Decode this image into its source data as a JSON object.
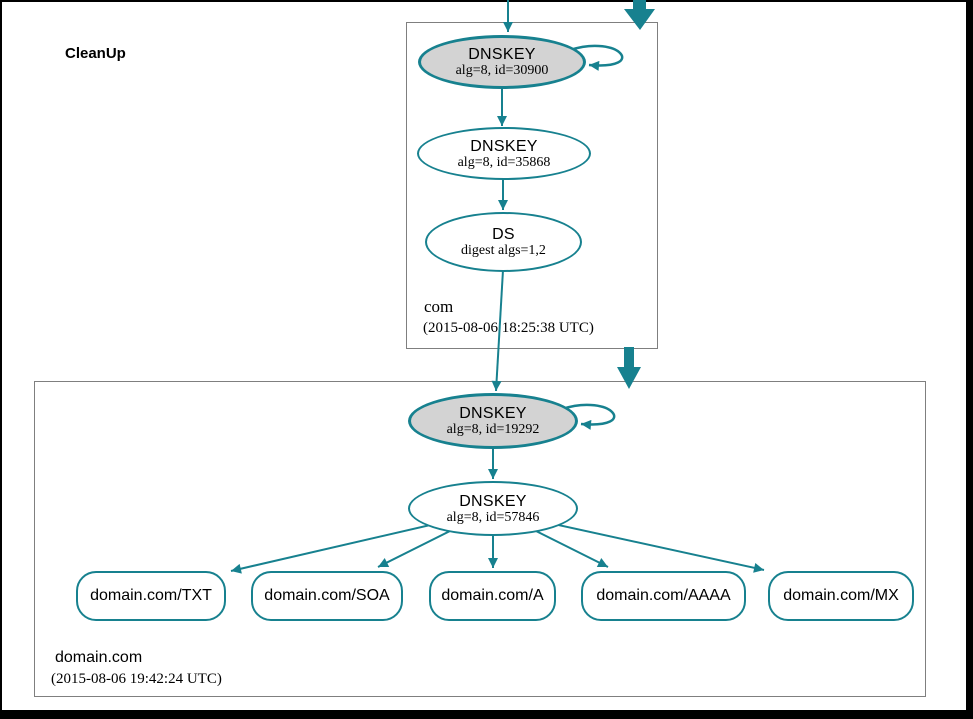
{
  "page": {
    "label": "CleanUp"
  },
  "colors": {
    "edge": "#17818f",
    "ksk_fill": "#d3d3d3",
    "node_fill": "#ffffff",
    "zone_border": "#7f7f7f",
    "frame_border": "#000000"
  },
  "zones": {
    "com": {
      "name": "com",
      "timestamp": "(2015-08-06 18:25:38 UTC)",
      "nodes": {
        "ksk": {
          "label": "DNSKEY",
          "sublabel": "alg=8, id=30900"
        },
        "zsk": {
          "label": "DNSKEY",
          "sublabel": "alg=8, id=35868"
        },
        "ds": {
          "label": "DS",
          "sublabel": "digest algs=1,2"
        }
      }
    },
    "domain": {
      "name": "domain.com",
      "timestamp": "(2015-08-06 19:42:24 UTC)",
      "nodes": {
        "ksk": {
          "label": "DNSKEY",
          "sublabel": "alg=8, id=19292"
        },
        "zsk": {
          "label": "DNSKEY",
          "sublabel": "alg=8, id=57846"
        }
      },
      "rrsets": [
        "domain.com/TXT",
        "domain.com/SOA",
        "domain.com/A",
        "domain.com/AAAA",
        "domain.com/MX"
      ]
    }
  }
}
